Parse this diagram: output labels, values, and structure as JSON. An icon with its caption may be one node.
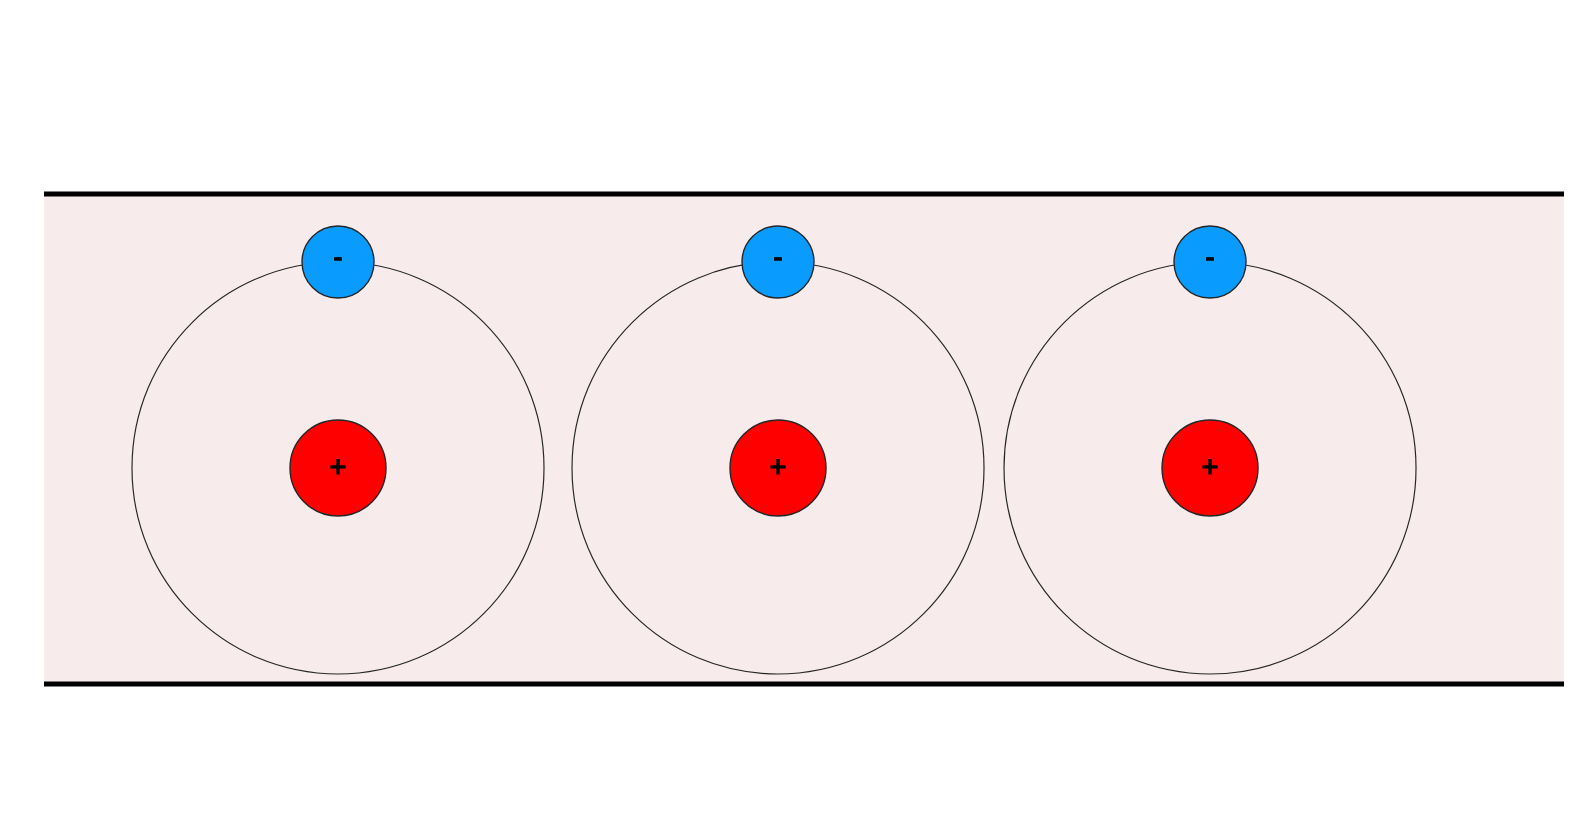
{
  "diagram": {
    "nodes": [
      {
        "text": [
          "-"
        ]
      },
      {
        "text": [],
        "shape": "circle"
      },
      {
        "text": [
          "+"
        ],
        "in": 1
      },
      {
        "text": [
          "-"
        ]
      },
      {
        "text": [],
        "shape": "circle"
      },
      {
        "text": [
          "+"
        ],
        "in": 4
      },
      {
        "text": [
          "-"
        ]
      },
      {
        "text": [],
        "shape": "circle"
      },
      {
        "text": [
          "+"
        ],
        "in": 7
      }
    ]
  }
}
